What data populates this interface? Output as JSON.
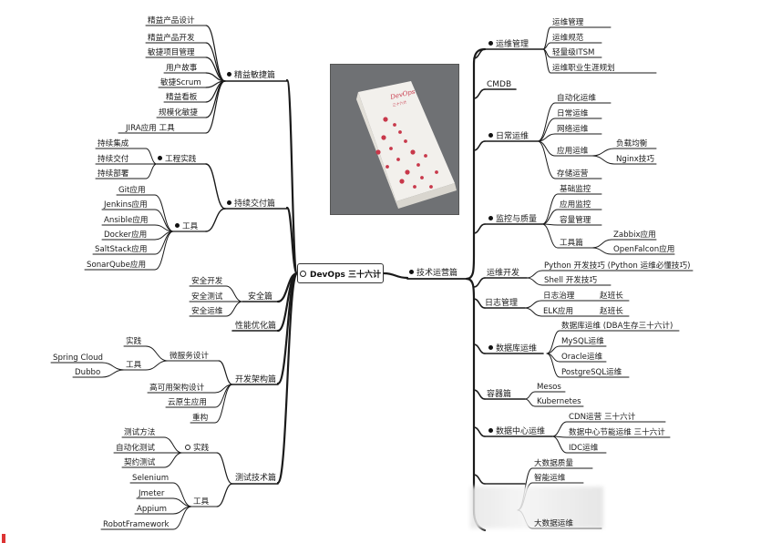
{
  "root": {
    "label": "DevOps 三十六计"
  },
  "left": [
    {
      "label": "精益敏捷篇",
      "items": [
        "精益产品设计",
        "精益产品开发",
        "敏捷项目管理",
        "用户故事",
        "敏捷Scrum",
        "精益看板",
        "规模化敏捷",
        "JIRA应用 工具"
      ]
    },
    {
      "label": "持续交付篇",
      "practice": {
        "label": "工程实践",
        "items": [
          "持续集成",
          "持续交付",
          "持续部署"
        ]
      },
      "tools": {
        "label": "工具",
        "items": [
          "Git应用",
          "Jenkins应用",
          "Ansible应用",
          "Docker应用",
          "SaltStack应用",
          "SonarQube应用"
        ]
      }
    },
    {
      "label": "安全篇",
      "items": [
        "安全开发",
        "安全测试",
        "安全运维"
      ]
    },
    {
      "label": "性能优化篇"
    },
    {
      "label": "开发架构篇",
      "micro": {
        "label": "微服务设计",
        "items": [
          "实践",
          "工具"
        ],
        "tools": [
          "Spring Cloud",
          "Dubbo"
        ]
      },
      "items": [
        "高可用架构设计",
        "云原生应用",
        "重构"
      ]
    },
    {
      "label": "测试技术篇",
      "practice": {
        "label": "实践",
        "items": [
          "测试方法",
          "自动化测试",
          "契约测试"
        ]
      },
      "tools": {
        "label": "工具",
        "items": [
          "Selenium",
          "Jmeter",
          "Appium",
          "RobotFramework"
        ]
      }
    }
  ],
  "right": {
    "label": "技术运营篇",
    "ops_mgmt": {
      "label": "运维管理",
      "items": [
        "运维管理",
        "运维规范",
        "轻量级ITSM",
        "运维职业生涯规划"
      ]
    },
    "cmdb": "CMDB",
    "daily": {
      "label": "日常运维",
      "items": [
        "自动化运维",
        "日常运维",
        "网络运维"
      ],
      "app": {
        "label": "应用运维",
        "items": [
          "负载均衡",
          "Nginx技巧"
        ]
      },
      "storage": "存储运营"
    },
    "monitor": {
      "label": "监控与质量",
      "items": [
        "基础监控",
        "应用监控",
        "容量管理"
      ],
      "tools": {
        "label": "工具篇",
        "items": [
          "Zabbix应用",
          "OpenFalcon应用"
        ]
      }
    },
    "devops": {
      "label": "运维开发",
      "items": [
        "Python 开发技巧 (Python 运维必懂技巧)",
        "Shell 开发技巧"
      ]
    },
    "log": {
      "label": "日志管理",
      "items": [
        "日志治理",
        "ELK应用"
      ],
      "authors": [
        "赵班长",
        "赵班长"
      ]
    },
    "db": {
      "label": "数据库运维",
      "items": [
        "数据库运维 (DBA生存三十六计)",
        "MySQL运维",
        "Oracle运维",
        "PostgreSQL运维"
      ]
    },
    "container": {
      "label": "容器篇",
      "items": [
        "Mesos",
        "Kubernetes"
      ]
    },
    "dc": {
      "label": "数据中心运维",
      "items": [
        "CDN运营 三十六计",
        "数据中心节能运维 三十六计",
        "IDC运维"
      ]
    },
    "bigdata": {
      "items": [
        "大数据质量",
        "智能运维",
        "大数据运维"
      ]
    }
  },
  "book": {
    "title": "DevOps",
    "subtitle": "三十六计"
  },
  "colors": {
    "line": "#1a1a1a",
    "book_dots": "#c8384a",
    "photo_bg": "#6b6d70"
  }
}
